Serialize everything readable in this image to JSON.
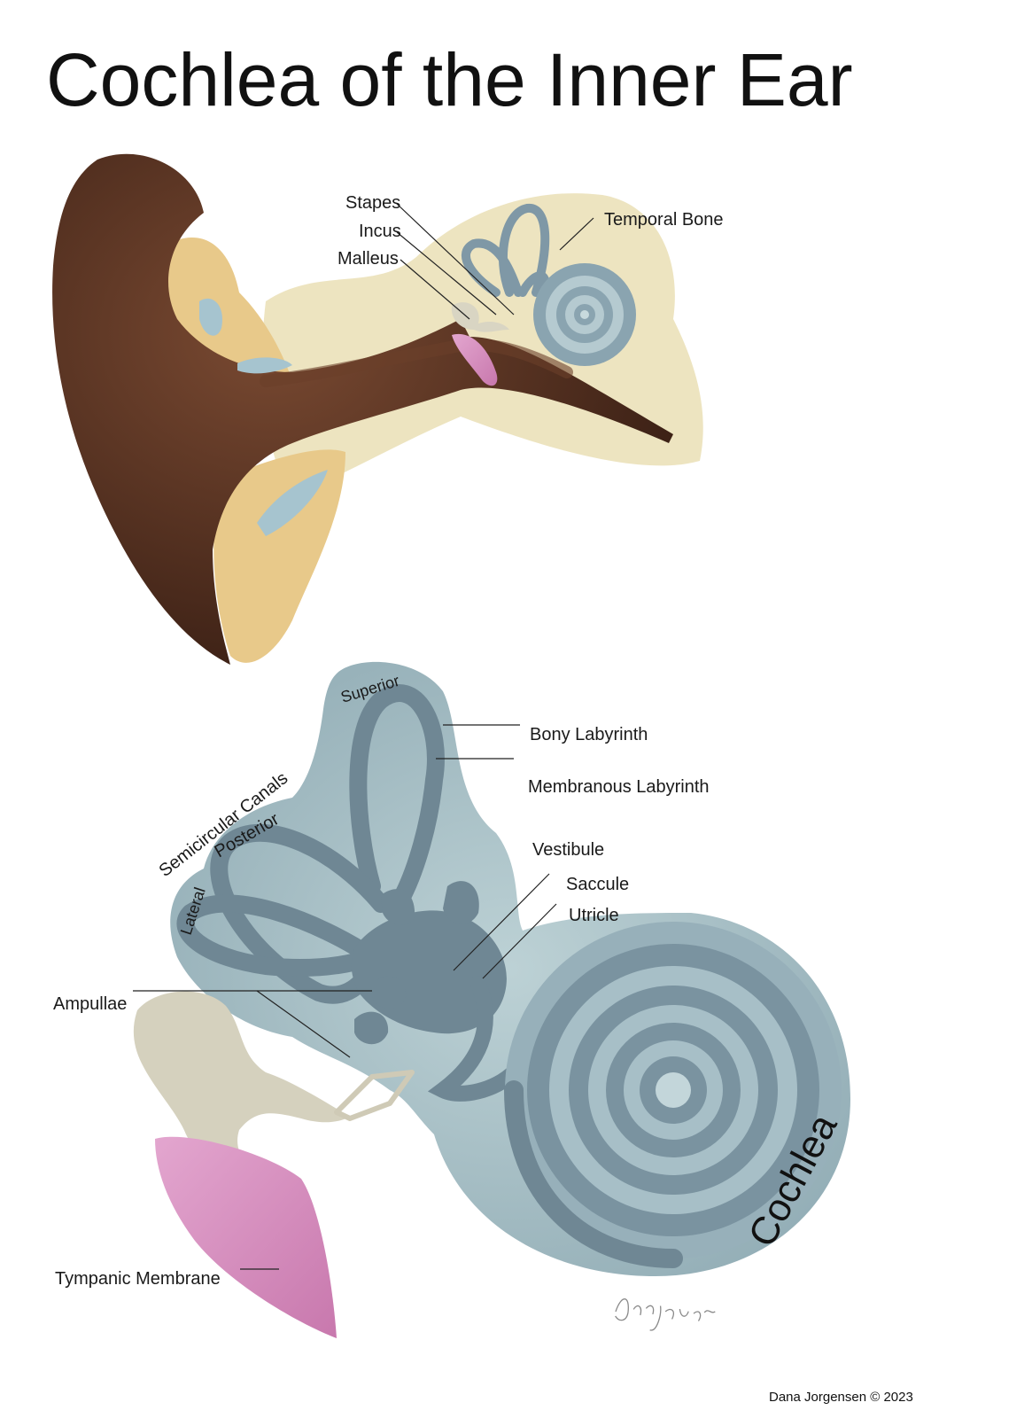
{
  "title": "Cochlea of the Inner Ear",
  "labels": {
    "stapes": "Stapes",
    "incus": "Incus",
    "malleus": "Malleus",
    "temporal_bone": "Temporal Bone",
    "bony_labyrinth": "Bony Labyrinth",
    "membranous_labyrinth": "Membranous Labyrinth",
    "vestibule": "Vestibule",
    "saccule": "Saccule",
    "utricle": "Utricle",
    "ampullae": "Ampullae",
    "tympanic_membrane": "Tympanic Membrane",
    "semicircular_canals": "Semicircular Canals",
    "superior": "Superior",
    "posterior": "Posterior",
    "lateral": "Lateral",
    "cochlea": "Cochlea"
  },
  "signature": "Dana Jorgensen",
  "credit": "Dana Jorgensen © 2023",
  "colors": {
    "skin": "#4a2a1c",
    "skin_light": "#6b3f2a",
    "bone": "#e8dcb0",
    "fat": "#e6c98a",
    "labyrinth": "#7f98a6",
    "labyrinth_shell": "#a9c0c6",
    "membrane": "#d99ac4",
    "ossicle": "#d9d5c3"
  }
}
